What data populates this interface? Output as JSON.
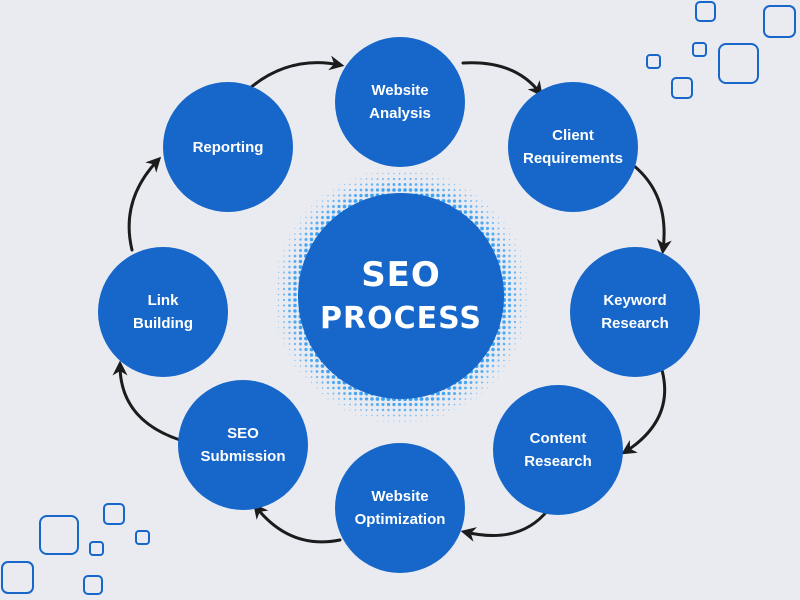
{
  "center": {
    "line1": "SEO",
    "line2": "PROCESS"
  },
  "steps": [
    {
      "label": "Website\nAnalysis"
    },
    {
      "label": "Client\nRequirements"
    },
    {
      "label": "Keyword\nResearch"
    },
    {
      "label": "Content\nResearch"
    },
    {
      "label": "Website\nOptimization"
    },
    {
      "label": "SEO\nSubmission"
    },
    {
      "label": "Link\nBuilding"
    },
    {
      "label": "Reporting"
    }
  ],
  "colors": {
    "circle": "#1667c9",
    "arrow": "#1c1c1c",
    "background": "#e9ebf1",
    "dots": "#2196f3"
  }
}
